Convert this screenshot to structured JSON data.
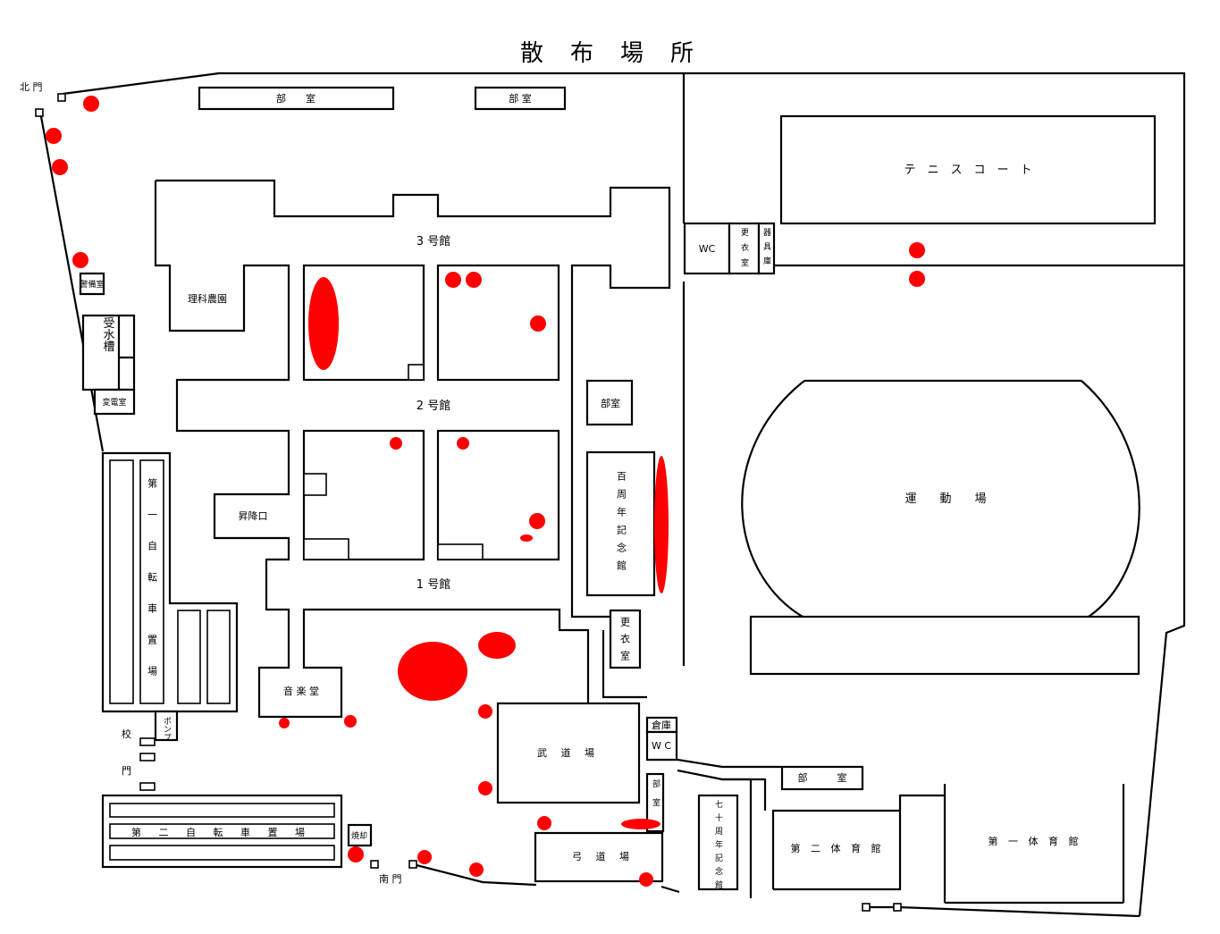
{
  "title": "散　布　場　所",
  "gates": {
    "north": "北 門",
    "south": "南 門",
    "school_gate_1": "校",
    "school_gate_2": "門"
  },
  "buildings": {
    "bldg1": "1 号館",
    "bldg2": "2 号館",
    "bldg3": "3 号館",
    "science_farm": "理科農園",
    "lift_entrance": "昇降口",
    "music_hall": "音 楽 堂",
    "budo_hall": "武 道 場",
    "kyudo_hall": "弓 道 場",
    "centennial_hall": "百周年記念館",
    "seventy_hall": "七十周年記念館",
    "gym1": "第 一 体 育 館",
    "gym2": "第 二 体 育 館",
    "bike1": "第一自転車置場",
    "bike2": "第 二 自 転 車 置 場",
    "water_tank": "受水槽",
    "substation": "変電室",
    "small_facility": "警備室",
    "club_room_top_left": "部　　室",
    "club_room_top_right": "部 室",
    "club_room_mid": "部室",
    "club_room_bottom": "部　　　室",
    "club_room_vertical": "部室",
    "locker_top": "更衣室",
    "locker_mid": "更衣室",
    "equipment_storage": "器具庫",
    "storage": "倉庫",
    "wc_top": "WC",
    "wc_bottom": "W C",
    "incinerator": "焼却",
    "small_structure": "ポンプ"
  },
  "areas": {
    "tennis_court": "テ　ニ　ス　コ　ー　ト",
    "field": "運　　動　　場"
  },
  "legend": {
    "spray_color": "#ff0000"
  }
}
